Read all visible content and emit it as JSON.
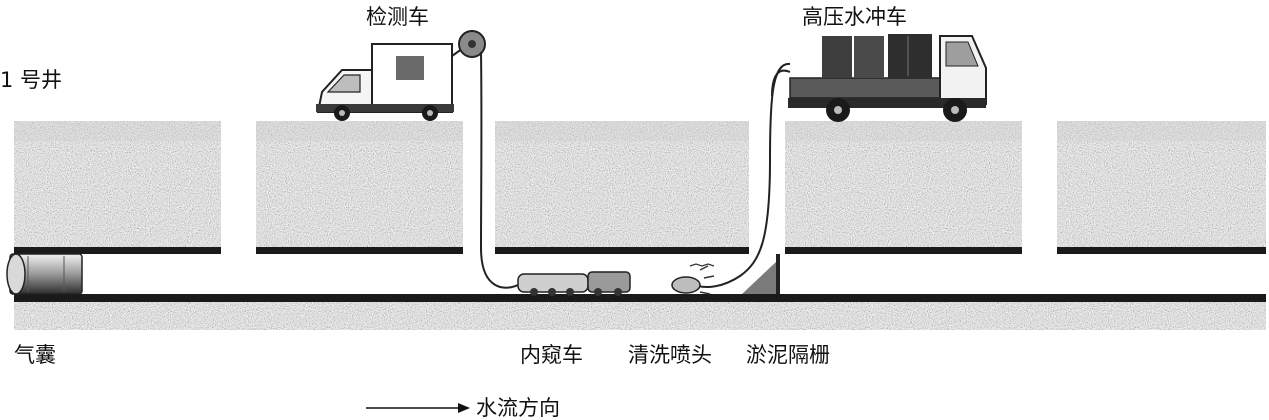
{
  "labels": {
    "inspection_vehicle": "检测车",
    "high_pressure_truck": "高压水冲车",
    "manhole_1": "1 号井",
    "air_bag": "气囊",
    "crawler_robot": "内窥车",
    "cleaning_nozzle": "清洗喷头",
    "sludge_barrier": "淤泥隔栅",
    "flow_direction": "水流方向"
  }
}
